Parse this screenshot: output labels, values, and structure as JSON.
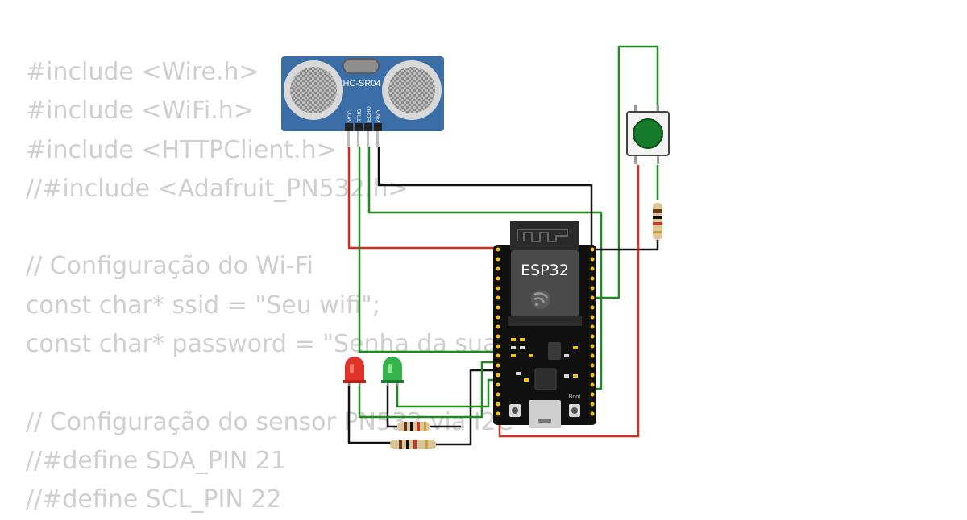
{
  "code_lines": [
    "#include <Wire.h>",
    "#include <WiFi.h>",
    "#include <HTTPClient.h>",
    "//#include <Adafruit_PN532.h>",
    "",
    "// Configuração do Wi-Fi",
    "const char* ssid = \"Seu wifi\";",
    "const char* password = \"Senha da sua",
    "",
    "// Configuração do sensor PN532 via I2C",
    "//#define SDA_PIN 21",
    "//#define SCL_PIN 22"
  ],
  "sensor": {
    "model": "HC-SR04",
    "pins": [
      "VCC",
      "TRIG",
      "ECHO",
      "GND"
    ]
  },
  "board": {
    "name": "ESP32",
    "boot_label": "Boot"
  },
  "colors": {
    "wire_red": "#d92b20",
    "wire_green": "#1f8a1f",
    "wire_black": "#111111",
    "board": "#111111",
    "sensor": "#3b6ea6",
    "button_cap": "#157a2b",
    "led_red": "#e0322a",
    "led_green": "#33b34a"
  }
}
